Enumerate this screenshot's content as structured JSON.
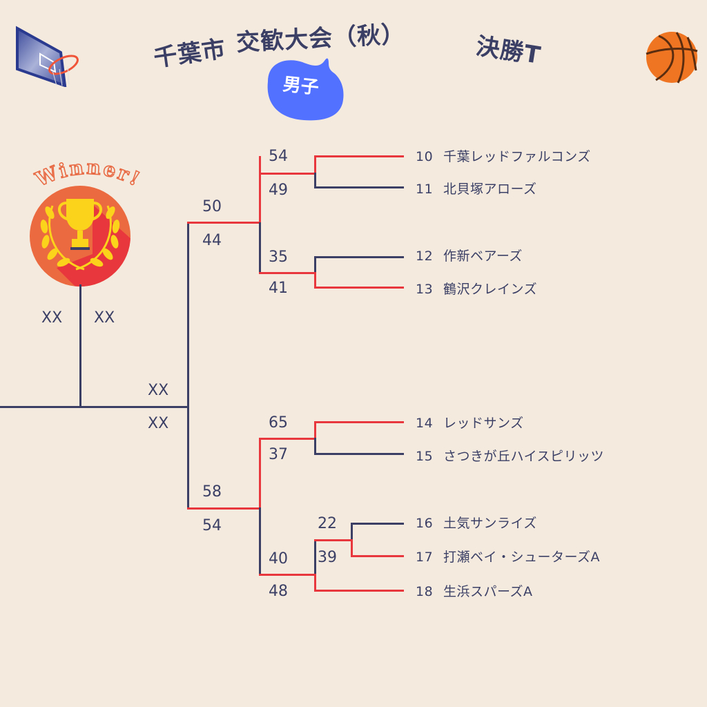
{
  "header": {
    "title_parts": [
      "千葉市",
      "交歓大会（秋）",
      "決勝T"
    ],
    "division_badge": "男子"
  },
  "decor": {
    "left_icon": "basketball-hoop-icon",
    "right_icon": "basketball-icon",
    "trophy_icon": "trophy-laurel-icon",
    "winner_label": "Winner!"
  },
  "colors": {
    "background": "#f4ebde",
    "text": "#3b3f66",
    "winner_path": "#e8383d",
    "loser_path": "#3b3f66",
    "badge": "#5271ff",
    "trophy_bg": "#ec6a3f"
  },
  "final": {
    "score_left_top": "XX",
    "score_right_top": "XX",
    "score_upper": "XX",
    "score_lower": "XX"
  },
  "semifinals": [
    {
      "top_score": "50",
      "bottom_score": "44"
    },
    {
      "top_score": "58",
      "bottom_score": "54"
    }
  ],
  "quarterfinals": [
    {
      "top_score": "54",
      "bottom_score": "49"
    },
    {
      "top_score": "35",
      "bottom_score": "41"
    },
    {
      "top_score": "65",
      "bottom_score": "37"
    },
    {
      "top_score": "40",
      "bottom_score": "48"
    }
  ],
  "first_round": [
    {
      "top_score": "22",
      "bottom_score": "39"
    }
  ],
  "teams": [
    {
      "seed": "10",
      "name": "千葉レッドファルコンズ"
    },
    {
      "seed": "11",
      "name": "北貝塚アローズ"
    },
    {
      "seed": "12",
      "name": "作新ベアーズ"
    },
    {
      "seed": "13",
      "name": "鶴沢クレインズ"
    },
    {
      "seed": "14",
      "name": "レッドサンズ"
    },
    {
      "seed": "15",
      "name": "さつきが丘ハイスピリッツ"
    },
    {
      "seed": "16",
      "name": "土気サンライズ"
    },
    {
      "seed": "17",
      "name": "打瀬ベイ・シューターズA"
    },
    {
      "seed": "18",
      "name": "生浜スパーズA"
    }
  ]
}
